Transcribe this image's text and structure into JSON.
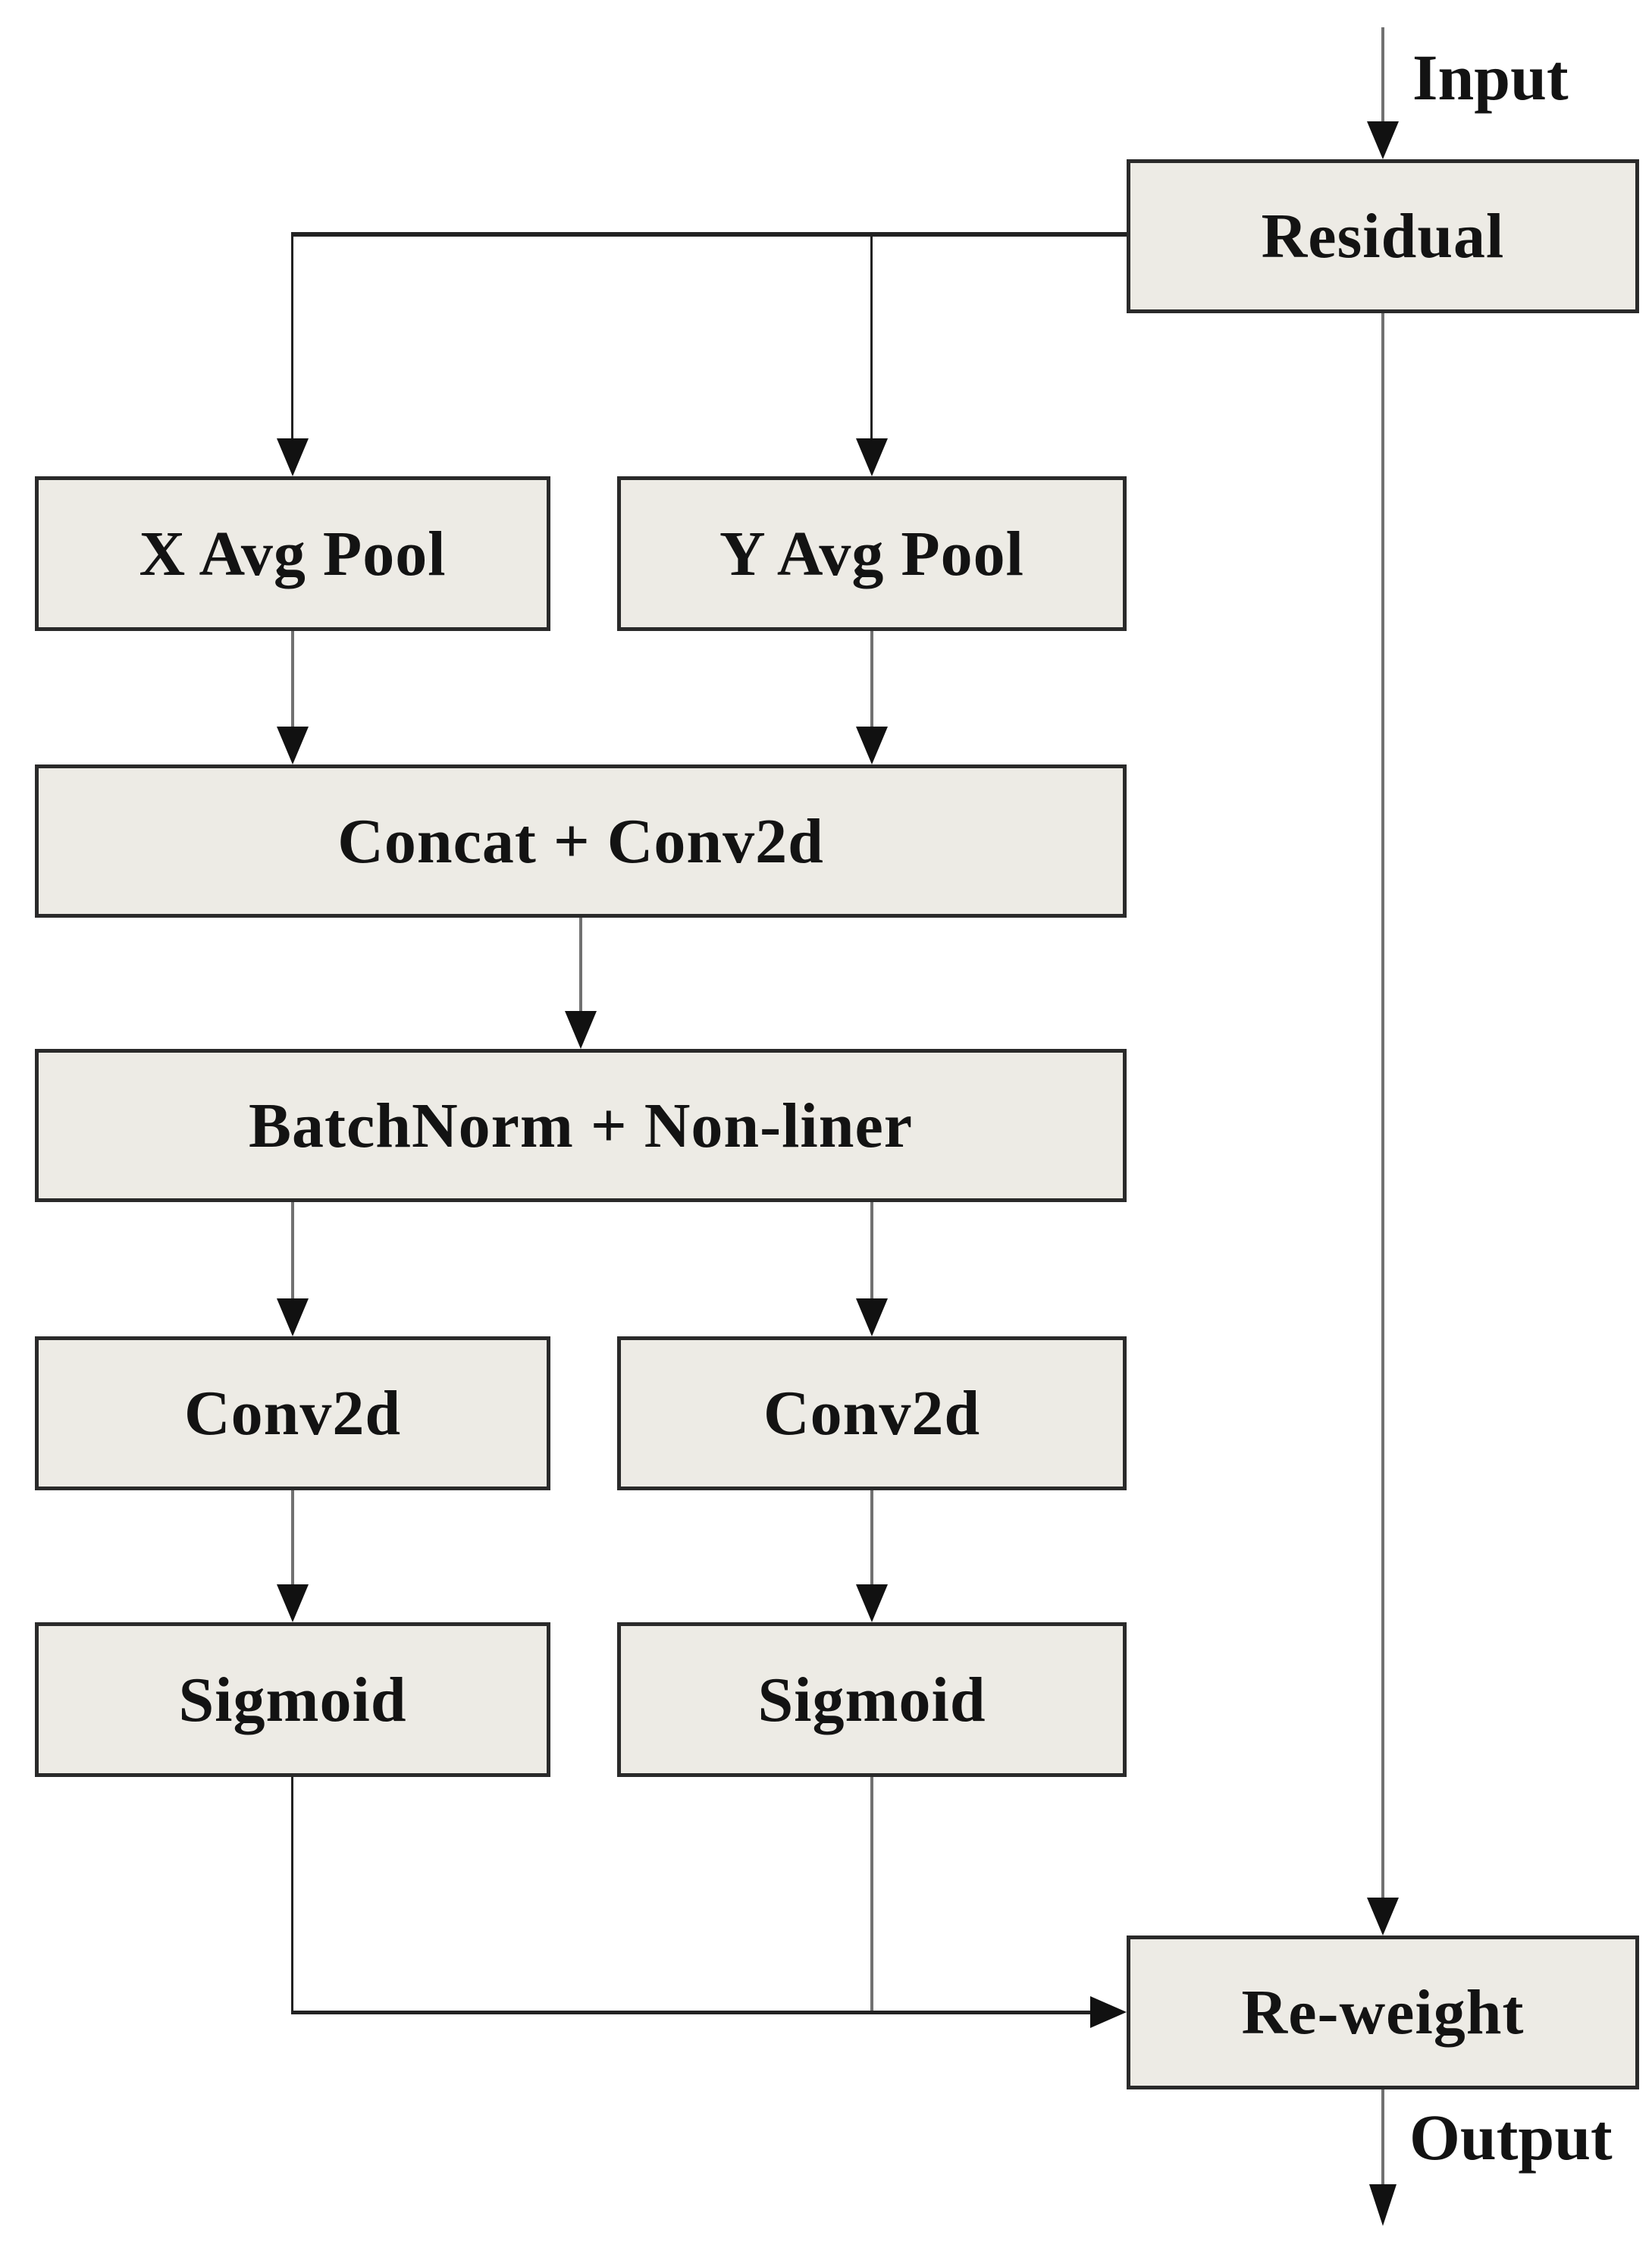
{
  "diagram": {
    "io_labels": {
      "input": "Input",
      "output": "Output"
    },
    "nodes": [
      {
        "id": "residual",
        "label": "Residual"
      },
      {
        "id": "x-avg-pool",
        "label": "X Avg Pool"
      },
      {
        "id": "y-avg-pool",
        "label": "Y Avg Pool"
      },
      {
        "id": "concat-conv2d",
        "label": "Concat + Conv2d"
      },
      {
        "id": "batchnorm-nonliner",
        "label": "BatchNorm + Non-liner"
      },
      {
        "id": "conv2d-left",
        "label": "Conv2d"
      },
      {
        "id": "conv2d-right",
        "label": "Conv2d"
      },
      {
        "id": "sigmoid-left",
        "label": "Sigmoid"
      },
      {
        "id": "sigmoid-right",
        "label": "Sigmoid"
      },
      {
        "id": "re-weight",
        "label": "Re-weight"
      }
    ],
    "edges": [
      {
        "from": "input",
        "to": "residual"
      },
      {
        "from": "residual",
        "to": "x-avg-pool"
      },
      {
        "from": "residual",
        "to": "y-avg-pool"
      },
      {
        "from": "x-avg-pool",
        "to": "concat-conv2d"
      },
      {
        "from": "y-avg-pool",
        "to": "concat-conv2d"
      },
      {
        "from": "concat-conv2d",
        "to": "batchnorm-nonliner"
      },
      {
        "from": "batchnorm-nonliner",
        "to": "conv2d-left"
      },
      {
        "from": "batchnorm-nonliner",
        "to": "conv2d-right"
      },
      {
        "from": "conv2d-left",
        "to": "sigmoid-left"
      },
      {
        "from": "conv2d-right",
        "to": "sigmoid-right"
      },
      {
        "from": "sigmoid-left",
        "to": "re-weight"
      },
      {
        "from": "sigmoid-right",
        "to": "re-weight"
      },
      {
        "from": "residual",
        "to": "re-weight"
      },
      {
        "from": "re-weight",
        "to": "output"
      }
    ],
    "colors": {
      "box_fill": "#edebe5",
      "box_border": "#2a2a2a",
      "line_gray": "#717171",
      "line_dark": "#222222",
      "arrow": "#111111",
      "text": "#131313",
      "background": "#ffffff"
    }
  }
}
